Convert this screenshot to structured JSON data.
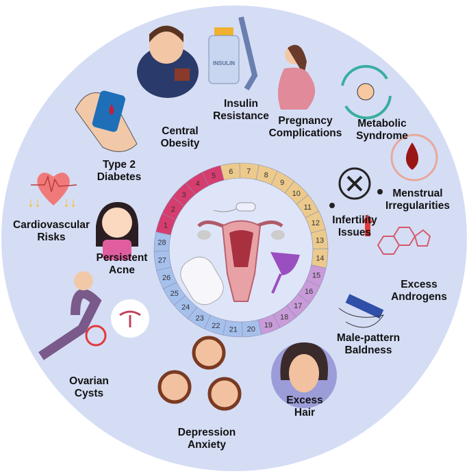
{
  "labels": {
    "central_obesity": [
      "Central",
      "Obesity"
    ],
    "insulin_resistance": [
      "Insulin",
      "Resistance"
    ],
    "pregnancy": [
      "Pregnancy",
      "Complications"
    ],
    "metabolic": [
      "Metabolic",
      "Syndrome"
    ],
    "diabetes": [
      "Type 2",
      "Diabetes"
    ],
    "menstrual": [
      "Menstrual",
      "Irregularities"
    ],
    "cardio": [
      "Cardiovascular",
      "Risks"
    ],
    "infertility": [
      "Infertility",
      "Issues"
    ],
    "acne": [
      "Persistent",
      "Acne"
    ],
    "androgens": [
      "Excess",
      "Androgens"
    ],
    "baldness": [
      "Male-pattern",
      "Baldness"
    ],
    "cysts": [
      "Ovarian",
      "Cysts"
    ],
    "hair": [
      "Excess",
      "Hair"
    ],
    "depression": [
      "Depression",
      "Anxiety"
    ]
  },
  "insulin_vial_text": "INSULIN",
  "cycle": {
    "days": 28,
    "phases": [
      {
        "days": [
          1,
          5
        ],
        "color": "#d63d6f"
      },
      {
        "days": [
          6,
          14
        ],
        "color": "#ecca8c"
      },
      {
        "days": [
          15,
          19
        ],
        "color": "#c99bd8"
      },
      {
        "days": [
          20,
          28
        ],
        "color": "#a6c0ec"
      }
    ]
  },
  "colors": {
    "background_circle": "#d5ddf5",
    "ring_border": "#8a8fb0"
  }
}
